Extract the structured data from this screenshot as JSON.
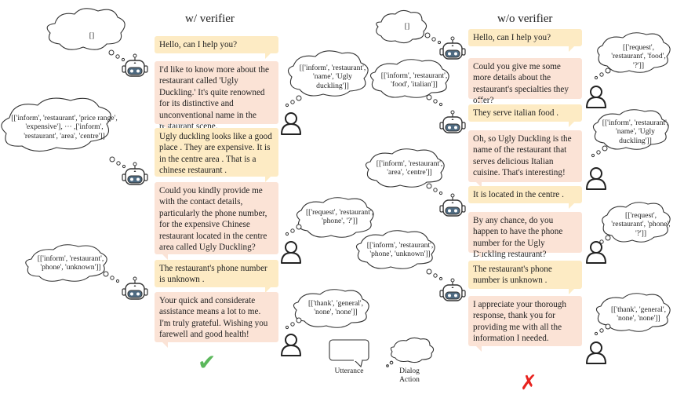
{
  "left": {
    "title": "w/ verifier",
    "utterances": [
      "Hello, can I help you?",
      "I'd like to know more about the restaurant called 'Ugly Duckling.' It's quite renowned for its distinctive and unconventional name in the restaurant scene.",
      "Ugly duckling looks like a good place . They are expensive. It is in the centre area . That is a chinese restaurant .",
      "Could you kindly provide me with the contact details, particularly the phone number, for the expensive Chinese restaurant located in the centre area called Ugly Duckling?",
      "The restaurant's phone number is unknown .",
      "Your quick and considerate assistance means a lot to me. I'm truly grateful. Wishing you farewell and good health!"
    ],
    "actions": [
      "[]",
      "[['inform', 'restaurant', 'price range', 'expensive'], ··· ,['inform', 'restaurant', 'area', 'centre']]",
      "[['inform', 'restaurant', 'phone', 'unknown']]"
    ],
    "result_mark": "✔"
  },
  "middle": {
    "actions": [
      "[['inform', 'restaurant', 'name', 'Ugly duckling']]",
      "[['request', 'restaurant', 'phone', '?']]",
      "[['thank', 'general', 'none', 'none']]"
    ]
  },
  "right": {
    "title": "w/o verifier",
    "utterances": [
      "Hello, can I help you?",
      "Could you give me some more details about the restaurant's specialties they offer?",
      "They serve italian food .",
      "Oh, so Ugly Duckling is the name of the restaurant that serves delicious Italian cuisine. That's interesting!",
      "It is located in the centre .",
      "By any chance, do you happen to have the phone number for the Ugly Duckling restaurant?",
      "The restaurant's phone number is unknown .",
      "I appreciate your thorough response, thank you for providing me with all the information I needed."
    ],
    "middle_actions": [
      "[]",
      "[['inform', 'restaurant', 'food', 'italian']]",
      "[['inform', 'restaurant', 'area', 'centre']]",
      "[['inform', 'restaurant', 'phone', 'unknown']]"
    ],
    "user_actions": [
      "[['request', 'restaurant', 'food', '?']]",
      "[['inform', 'restaurant', 'name', 'Ugly duckling']]",
      "[['request', 'restaurant', 'phone', '?']]",
      "[['thank', 'general', 'none', 'none']]"
    ],
    "result_mark": "✗"
  },
  "legend": {
    "utterance": "Utterance",
    "dialog_action": "Dialog Action"
  },
  "colors": {
    "system_bubble": "#fdebc4",
    "user_bubble": "#fbe3d6",
    "check": "#5cb85c",
    "cross": "#e8231f"
  }
}
